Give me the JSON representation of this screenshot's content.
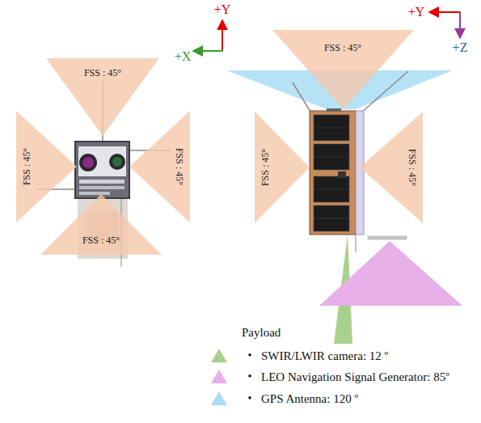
{
  "diagram": {
    "nodes": [
      {
        "text": [
          "FSS : 45°"
        ]
      },
      {
        "text": [
          "FSS : 45°"
        ]
      },
      {
        "text": [
          "FSS : 45°"
        ]
      },
      {
        "text": [
          "FSS : 45°"
        ]
      },
      {
        "text": [
          "FSS : 45°"
        ]
      },
      {
        "text": [
          "FSS : 45°"
        ]
      },
      {
        "text": [
          "FSS : 45°"
        ]
      }
    ],
    "labels": [
      "+Y",
      "+X",
      "+Y",
      "+Z",
      "Payload",
      "•",
      "•",
      "•"
    ],
    "legend": [
      {
        "text": "SWIR/LWIR camera: 12 º",
        "color": "#a9d18e"
      },
      {
        "text": "LEO Navigation Signal Generator: 85º",
        "color": "#e8b0e8"
      },
      {
        "text": "GPS Antenna: 120 º",
        "color": "#a9ddf5"
      }
    ]
  }
}
